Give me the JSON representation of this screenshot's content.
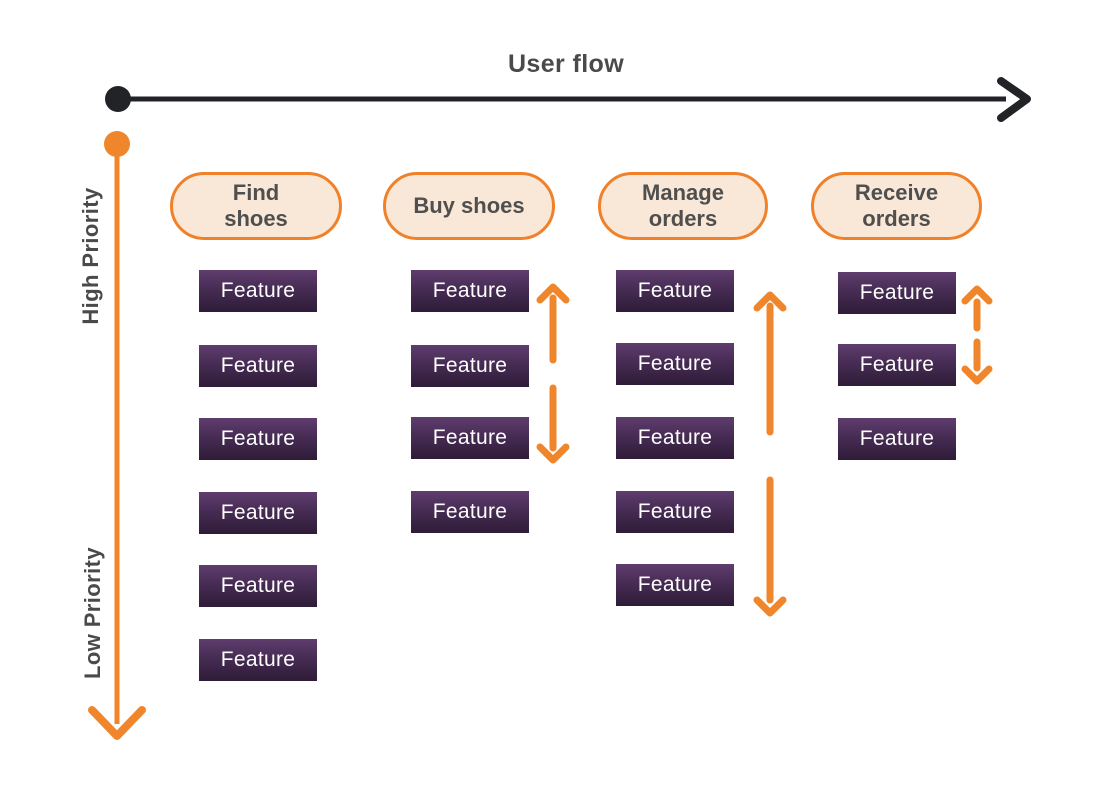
{
  "diagram": {
    "title": "User flow",
    "vertical_axis": {
      "top_label": "High Priority",
      "bottom_label": "Low Priority"
    }
  },
  "colors": {
    "accent_orange": "#F0862B",
    "axis_black": "#212327",
    "pill_fill": "#F9E8D7",
    "pill_border": "#F0812A",
    "card_gradient_top": "#5F3D6E",
    "card_gradient_bottom": "#2E1C38",
    "text_dark": "#4A4A4A",
    "card_text": "#FFFFFF"
  },
  "columns": [
    {
      "id": "find-shoes",
      "header": "Find shoes",
      "features": [
        "Feature",
        "Feature",
        "Feature",
        "Feature",
        "Feature",
        "Feature"
      ]
    },
    {
      "id": "buy-shoes",
      "header": "Buy shoes",
      "features": [
        "Feature",
        "Feature",
        "Feature",
        "Feature"
      ]
    },
    {
      "id": "manage-orders",
      "header": "Manage orders",
      "features": [
        "Feature",
        "Feature",
        "Feature",
        "Feature",
        "Feature"
      ]
    },
    {
      "id": "receive-orders",
      "header": "Receive orders",
      "features": [
        "Feature",
        "Feature",
        "Feature"
      ]
    }
  ],
  "priority_arrows": [
    {
      "column": "buy-shoes",
      "direction": "up"
    },
    {
      "column": "buy-shoes",
      "direction": "down"
    },
    {
      "column": "manage-orders",
      "direction": "up"
    },
    {
      "column": "manage-orders",
      "direction": "down"
    },
    {
      "column": "receive-orders",
      "direction": "up"
    },
    {
      "column": "receive-orders",
      "direction": "down"
    }
  ]
}
